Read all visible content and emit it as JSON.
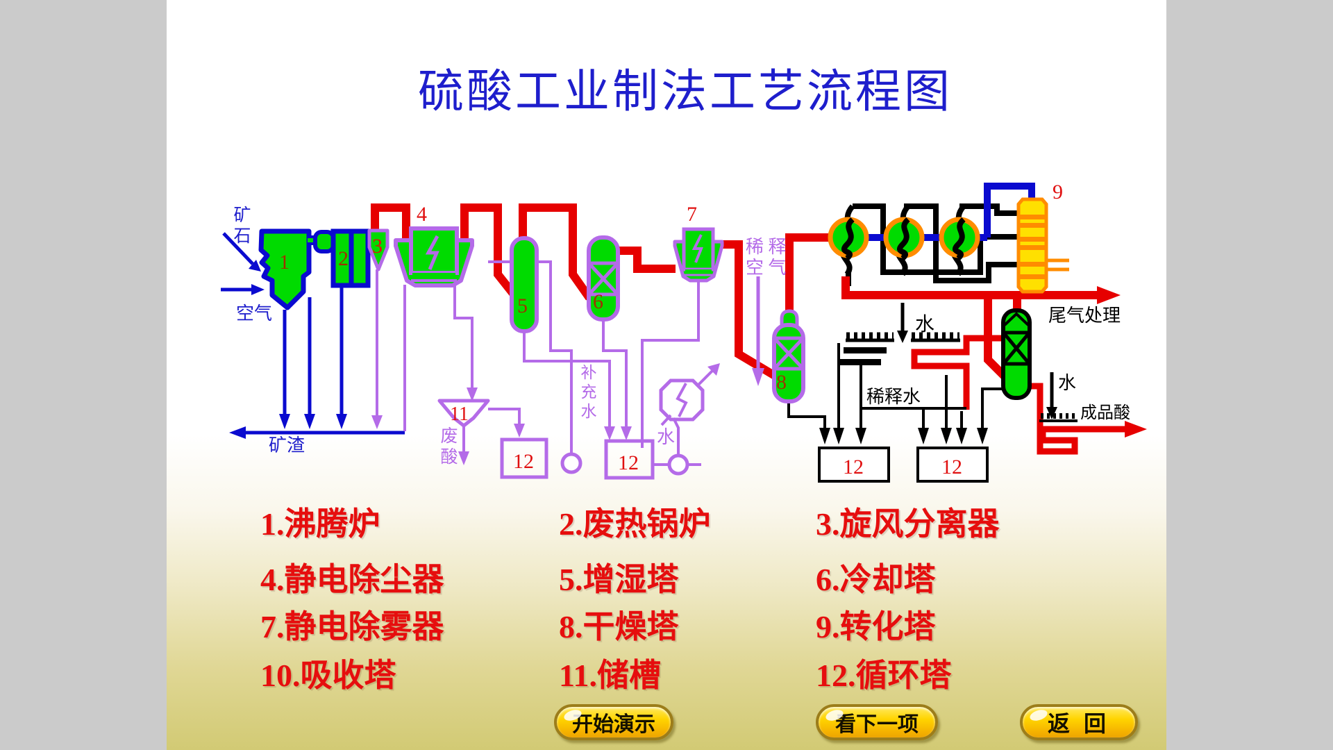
{
  "title": "硫酸工业制法工艺流程图",
  "diagram": {
    "labels": {
      "ore": "矿石",
      "air": "空气",
      "slag": "矿渣",
      "dilution_air_line1": "稀 释",
      "dilution_air_line2": "空 气",
      "makeup_water": "补充水",
      "waste_acid": "废酸",
      "water_pump": "水",
      "water_absorb": "水",
      "water_product": "水",
      "tail_gas": "尾气处理",
      "product_acid": "成品酸",
      "dilution_water": "稀释水"
    },
    "numbers": {
      "n1": "1",
      "n2": "2",
      "n3": "3",
      "n4": "4",
      "n5": "5",
      "n6": "6",
      "n7": "7",
      "n8": "8",
      "n9": "9",
      "n11": "11",
      "n12": "12"
    }
  },
  "legend": {
    "items": [
      "1.沸腾炉",
      "2.废热锅炉",
      "3.旋风分离器",
      "4.静电除尘器",
      "5.增湿塔",
      "6.冷却塔",
      "7.静电除雾器",
      "8.干燥塔",
      "9.转化塔",
      "10.吸收塔",
      "11.储槽",
      "12.循环塔"
    ]
  },
  "buttons": {
    "start": "开始演示",
    "next": "看下一项",
    "back": "返 回"
  }
}
